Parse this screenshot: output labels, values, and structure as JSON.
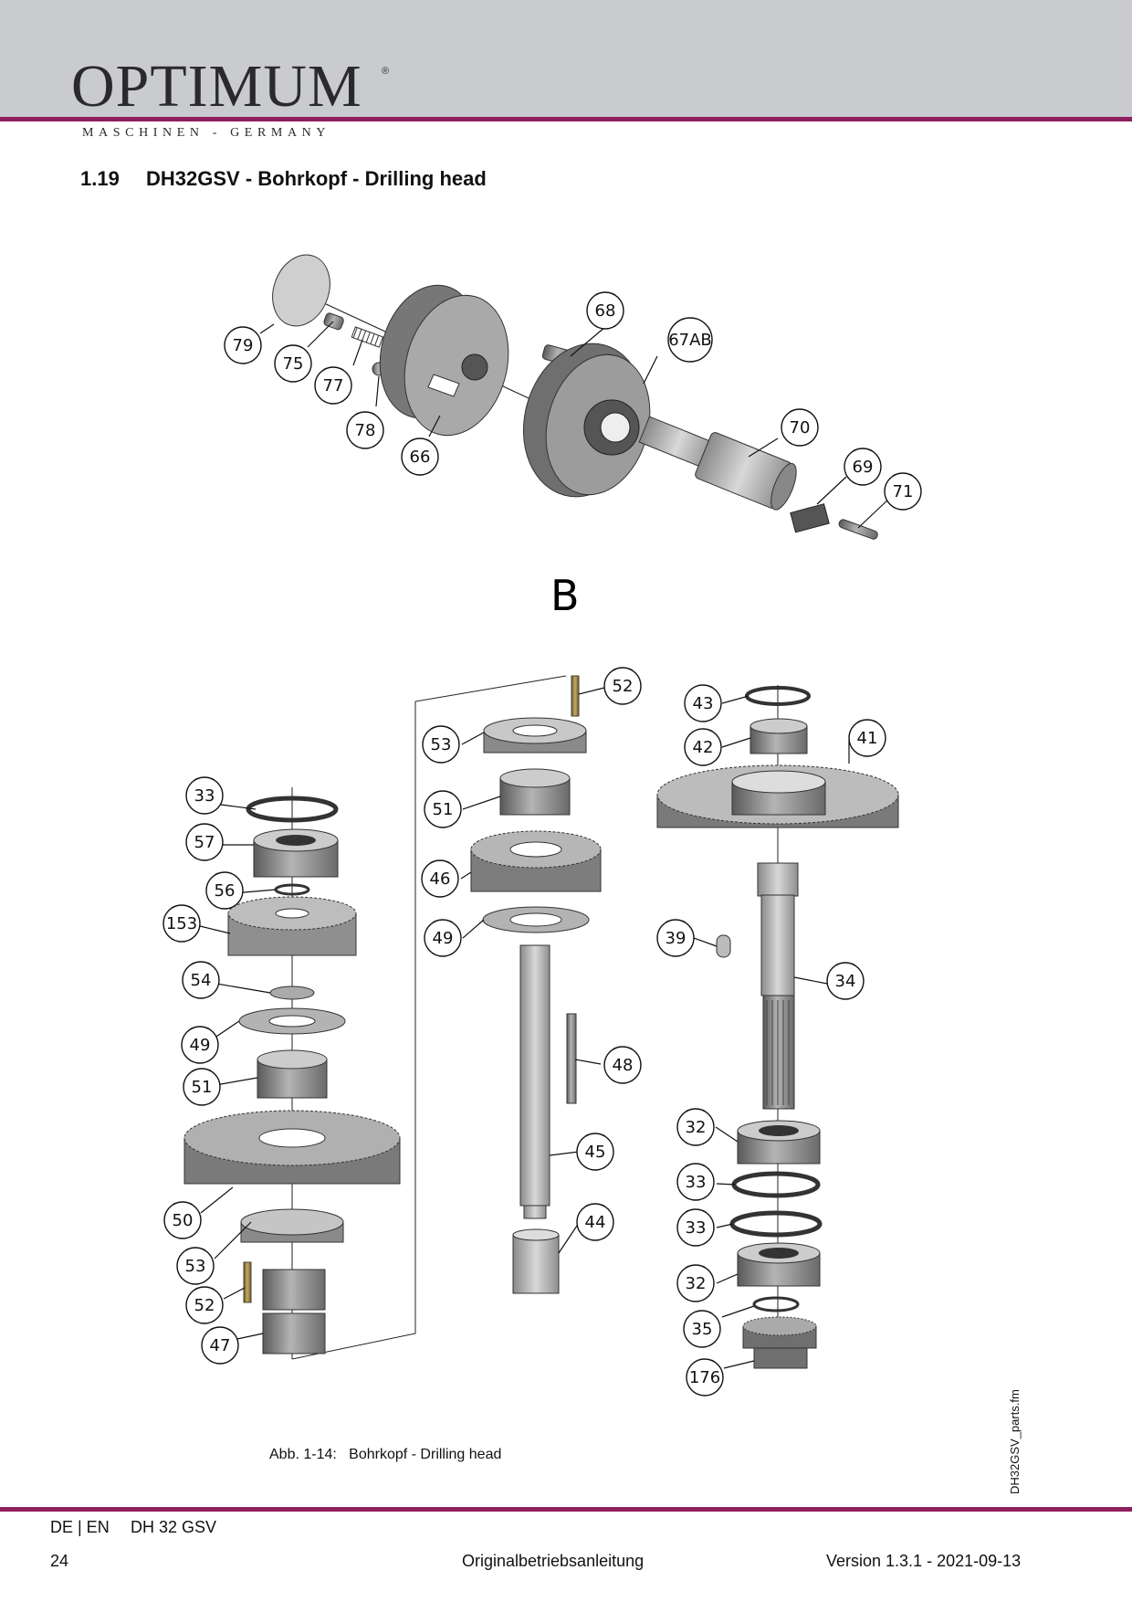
{
  "header": {
    "logo_text": "OPTIMUM",
    "logo_reg": "®",
    "tagline": "MASCHINEN - GERMANY",
    "brand_color": "#8e1f5e",
    "band_color": "#c9cbcf"
  },
  "section": {
    "number": "1.19",
    "title": "DH32GSV - Bohrkopf - Drilling head"
  },
  "drawing": {
    "view_label": "B",
    "callouts_top": [
      "79",
      "75",
      "77",
      "78",
      "66",
      "68",
      "67AB",
      "70",
      "69",
      "71"
    ],
    "callouts_left": [
      "33",
      "57",
      "56",
      "153",
      "54",
      "49",
      "51",
      "50",
      "53",
      "52",
      "47"
    ],
    "callouts_middle": [
      "52",
      "53",
      "51",
      "46",
      "49",
      "48",
      "45",
      "44"
    ],
    "callouts_right": [
      "43",
      "42",
      "41",
      "39",
      "34",
      "32",
      "33",
      "33",
      "32",
      "35",
      "176"
    ]
  },
  "caption": {
    "label": "Abb. 1-14:",
    "text": "Bohrkopf - Drilling head"
  },
  "side_file": "DH32GSV_parts.fm",
  "footer": {
    "lang": "DE | EN",
    "model": "DH 32 GSV",
    "page": "24",
    "doc": "Originalbetriebsanleitung",
    "version": "Version 1.3.1 - 2021-09-13"
  }
}
